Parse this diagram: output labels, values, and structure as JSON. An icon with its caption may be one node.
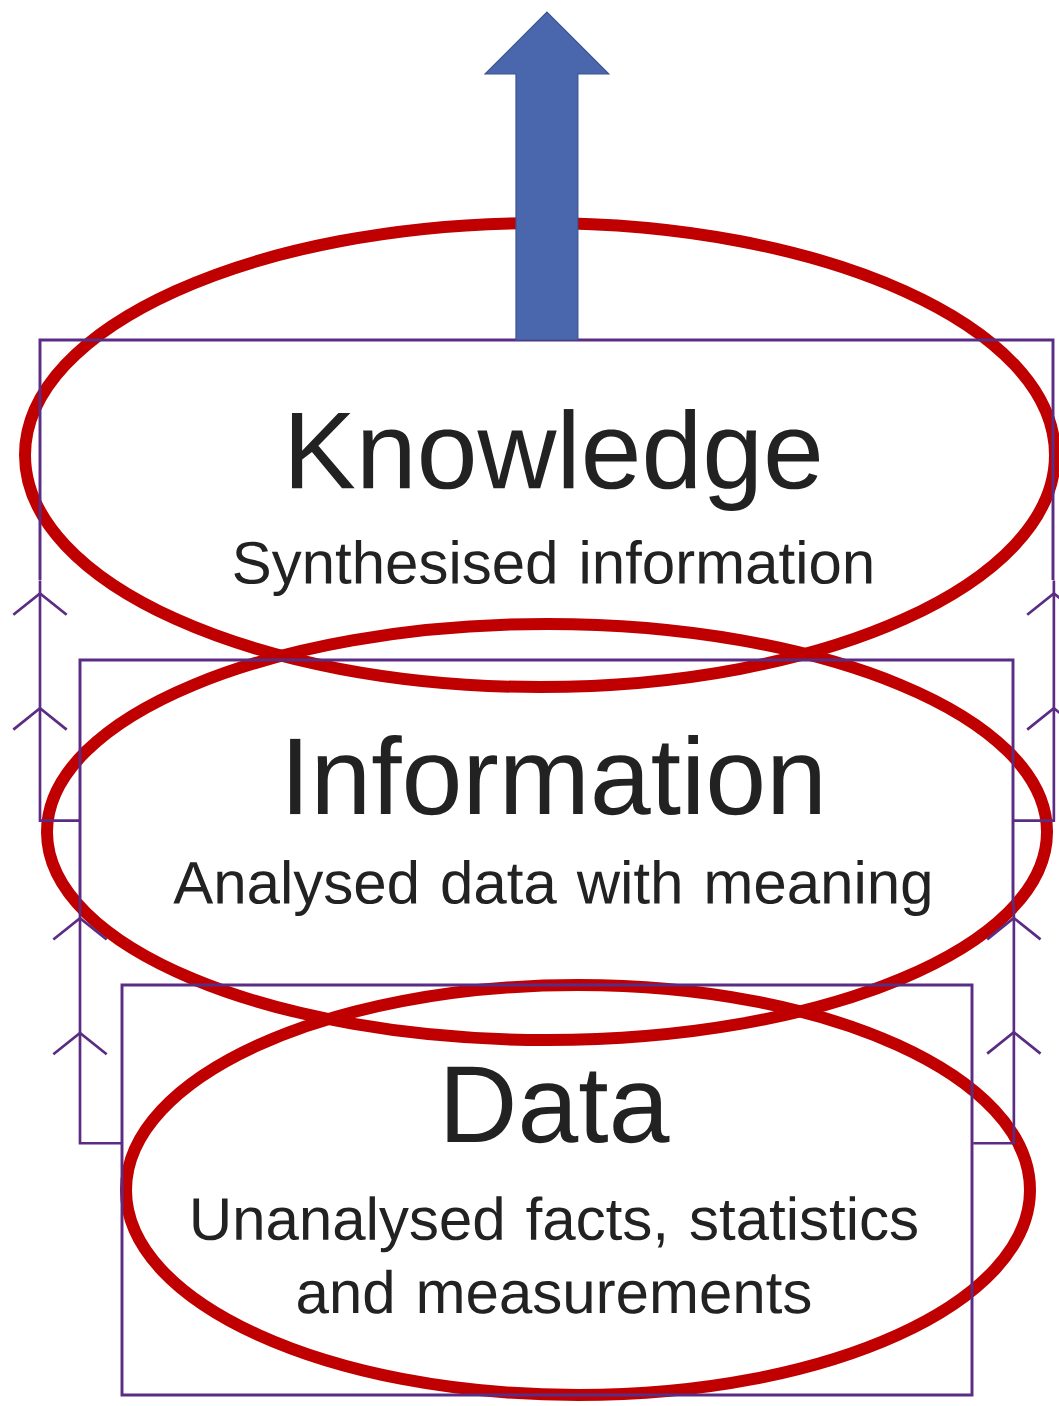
{
  "diagram": {
    "nodes": [
      {
        "text": [
          "Knowledge",
          "Synthesised information"
        ]
      },
      {
        "text": [
          "Information",
          "Analysed data with meaning"
        ]
      },
      {
        "text": [
          "Data",
          "Unanalysed facts, statistics and measurements"
        ]
      }
    ],
    "edges": [
      {
        "from": 2,
        "to": 1,
        "arrow": "to"
      },
      {
        "from": 2,
        "to": 1,
        "arrow": "to"
      },
      {
        "from": 1,
        "to": 0,
        "arrow": "to"
      },
      {
        "from": 1,
        "to": 0,
        "arrow": "to"
      },
      {
        "from": 0,
        "to": null,
        "arrow": "to",
        "style": "thick",
        "color": "#4a67ae"
      }
    ]
  }
}
